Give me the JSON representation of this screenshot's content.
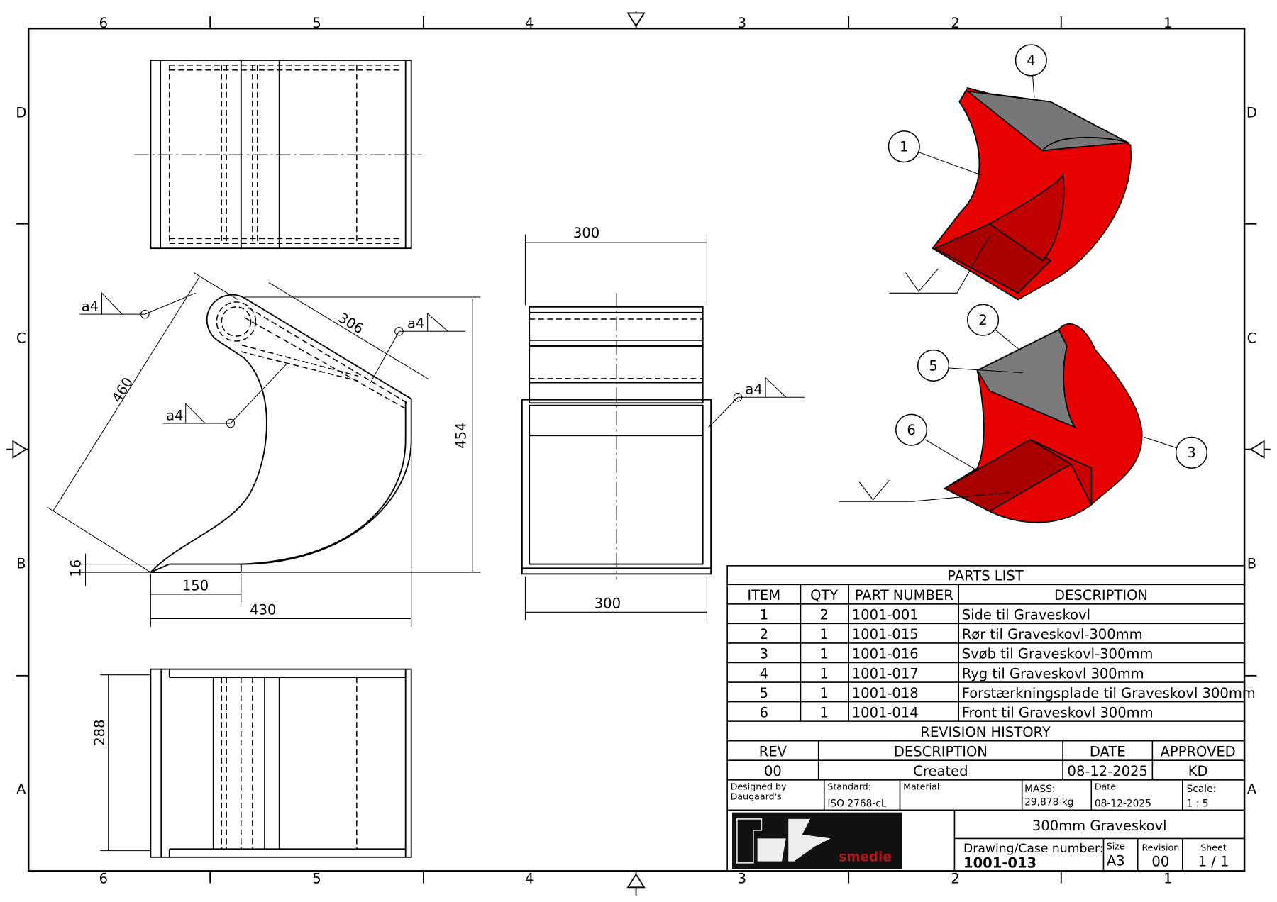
{
  "frame": {
    "zones_columns": [
      "6",
      "5",
      "4",
      "3",
      "2",
      "1"
    ],
    "zones_rows": [
      "D",
      "C",
      "B",
      "A"
    ]
  },
  "views": {
    "dims": {
      "d460": "460",
      "d306": "306",
      "d454": "454",
      "d16": "16",
      "d150": "150",
      "d430": "430",
      "d300_top": "300",
      "d300_bottom": "300",
      "d288": "288"
    },
    "welds": [
      "a4",
      "a4",
      "a4",
      "a4"
    ]
  },
  "balloons": [
    "1",
    "2",
    "3",
    "4",
    "5",
    "6"
  ],
  "colors": {
    "part_red": "#e60000",
    "part_dark_red": "#a80000",
    "part_gray": "#7a7a7a"
  },
  "parts_list": {
    "title": "PARTS LIST",
    "headers": [
      "ITEM",
      "QTY",
      "PART NUMBER",
      "DESCRIPTION"
    ],
    "rows": [
      [
        "1",
        "2",
        "1001-001",
        "Side til Graveskovl"
      ],
      [
        "2",
        "1",
        "1001-015",
        "Rør til Graveskovl-300mm"
      ],
      [
        "3",
        "1",
        "1001-016",
        "Svøb til Graveskovl-300mm"
      ],
      [
        "4",
        "1",
        "1001-017",
        "Ryg til Graveskovl 300mm"
      ],
      [
        "5",
        "1",
        "1001-018",
        "Forstærkningsplade til Graveskovl 300mm"
      ],
      [
        "6",
        "1",
        "1001-014",
        "Front til Graveskovl 300mm"
      ]
    ]
  },
  "revision_history": {
    "title": "REVISION HISTORY",
    "headers": [
      "REV",
      "DESCRIPTION",
      "DATE",
      "APPROVED"
    ],
    "rows": [
      [
        "00",
        "Created",
        "08-12-2025",
        "KD"
      ]
    ]
  },
  "title_block": {
    "designed_by_label": "Designed by",
    "designed_by": "Daugaard's",
    "standard_label": "Standard:",
    "standard": "ISO 2768-cL",
    "material_label": "Material:",
    "mass_label": "MASS:",
    "mass": "29,878 kg",
    "date_label": "Date",
    "date": "08-12-2025",
    "scale_label": "Scale:",
    "scale": "1 : 5",
    "logo_text": "smedie",
    "title": "300mm Graveskovl",
    "drawing_number_label": "Drawing/Case number:",
    "drawing_number": "1001-013",
    "size_label": "Size",
    "size": "A3",
    "revision_label": "Revision",
    "revision": "00",
    "sheet_label": "Sheet",
    "sheet": "1 / 1"
  }
}
